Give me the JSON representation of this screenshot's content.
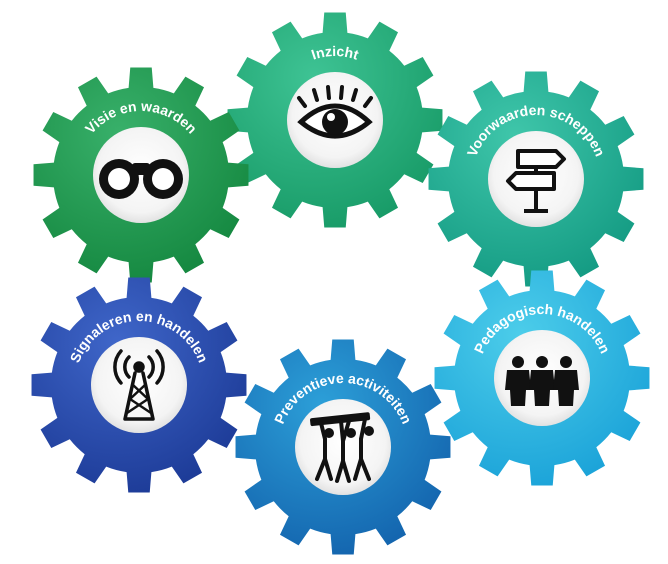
{
  "gears": [
    {
      "id": "inzicht",
      "label": "Inzicht",
      "icon": "eye-icon",
      "color_light": "#3ec394",
      "color_dark": "#179a66"
    },
    {
      "id": "visie",
      "label": "Visie en waarden",
      "icon": "binoculars-icon",
      "color_light": "#38b06a",
      "color_dark": "#14873f"
    },
    {
      "id": "voorwaarden",
      "label": "Voorwaarden scheppen",
      "icon": "signpost-icon",
      "color_light": "#3fc6aa",
      "color_dark": "#139a82"
    },
    {
      "id": "signaleren",
      "label": "Signaleren en handelen",
      "icon": "antenna-tower-icon",
      "color_light": "#3f66c9",
      "color_dark": "#1c3a96"
    },
    {
      "id": "preventieve",
      "label": "Preventieve activiteiten",
      "icon": "people-lifting-icon",
      "color_light": "#2c9fd8",
      "color_dark": "#1363ad"
    },
    {
      "id": "pedagogisch",
      "label": "Pedagogisch handelen",
      "icon": "group-people-icon",
      "color_light": "#4ccdea",
      "color_dark": "#1aa2d8"
    }
  ]
}
